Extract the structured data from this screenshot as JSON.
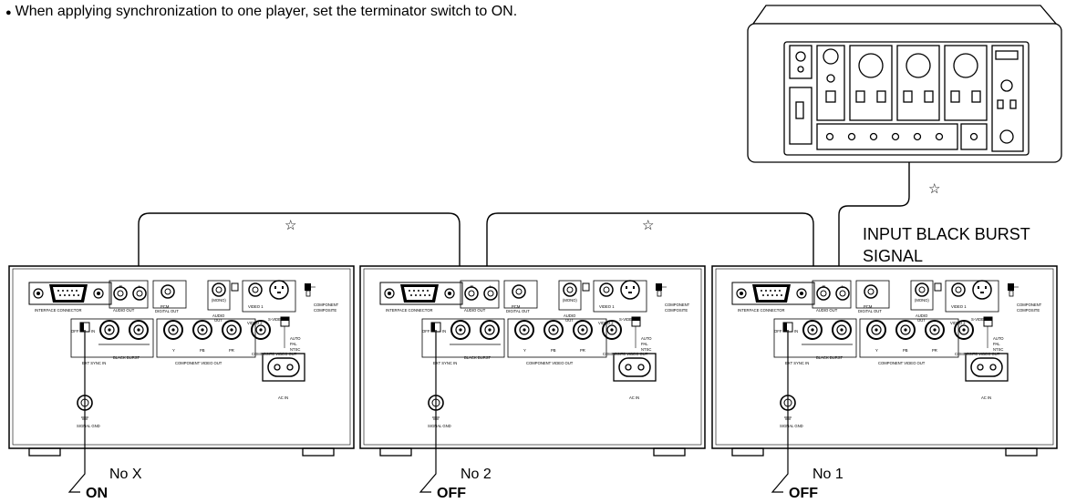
{
  "instruction": "When applying synchronization to one player, set the terminator switch to ON.",
  "sync_generator_label": "INPUT BLACK BURST SIGNAL",
  "sync_generator_label_line1": "INPUT BLACK BURST",
  "sync_generator_label_line2": "SIGNAL",
  "cable_marker": "☆",
  "panel": {
    "interface_connector": "INTERFACE CONNECTOR",
    "audio_out": "AUDIO OUT",
    "audio_r": "R",
    "audio_l": "L",
    "pcm": "PCM",
    "digital_out": "DIGITAL OUT",
    "mono": "(MONO)",
    "audio": "AUDIO",
    "out": "OUT",
    "video1": "VIDEO 1",
    "video2": "VIDEO 2",
    "s_video": "S-VIDEO",
    "component": "COMPONENT",
    "composite": "COMPOSITE",
    "off": "OFF",
    "in": "IN",
    "black_burst": "BLACK BURST",
    "ext_sync_in": "EXT SYNC IN",
    "y": "Y",
    "pb": "PB",
    "pr": "PR",
    "component_video_out": "COMPONENT VIDEO OUT",
    "composite_video_out": "COMPOSITE VIDEO OUT",
    "auto": "AUTO",
    "pal": "PAL",
    "ntsc": "NTSC",
    "ac_in": "AC IN",
    "signal_gnd": "SIGNAL GND"
  },
  "players": [
    {
      "name": "No X",
      "terminator": "ON"
    },
    {
      "name": "No 2",
      "terminator": "OFF"
    },
    {
      "name": "No 1",
      "terminator": "OFF"
    }
  ]
}
